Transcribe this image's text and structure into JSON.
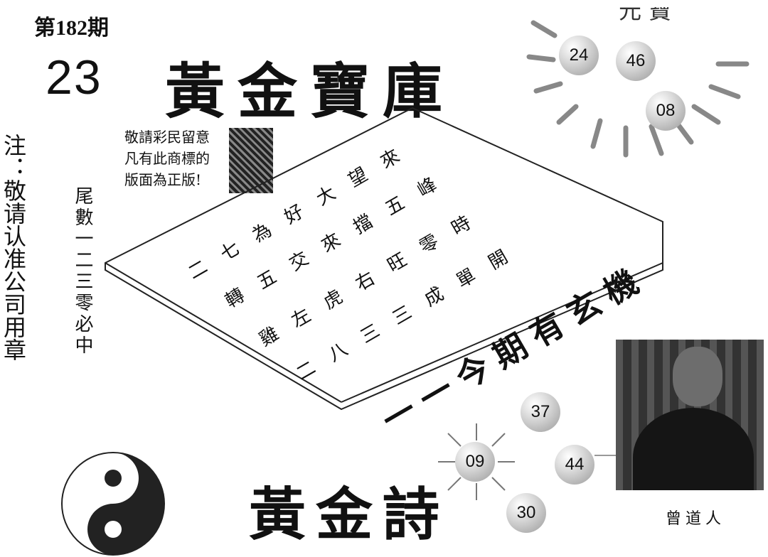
{
  "issue": "第182期",
  "number": "23",
  "title": "黃金寶庫",
  "notice": [
    "敬請彩民留意",
    "凡有此商標的",
    "版面為正版!"
  ],
  "side_note": "注：敬请认准公司用章",
  "tail_hint": "尾數一二三零必中",
  "grid_rows": [
    "二七為好大望來",
    "轉五交來擋五峰",
    "雞左虎右旺零時",
    "二八三三成單開"
  ],
  "slogan": "一一今期有玄機",
  "top_balls": [
    "24",
    "46",
    "08"
  ],
  "bottom_balls": [
    "37",
    "09",
    "44",
    "30"
  ],
  "poem_title": "黃金詩",
  "caption": "曾道人",
  "top_corner_partial": "元 寶"
}
